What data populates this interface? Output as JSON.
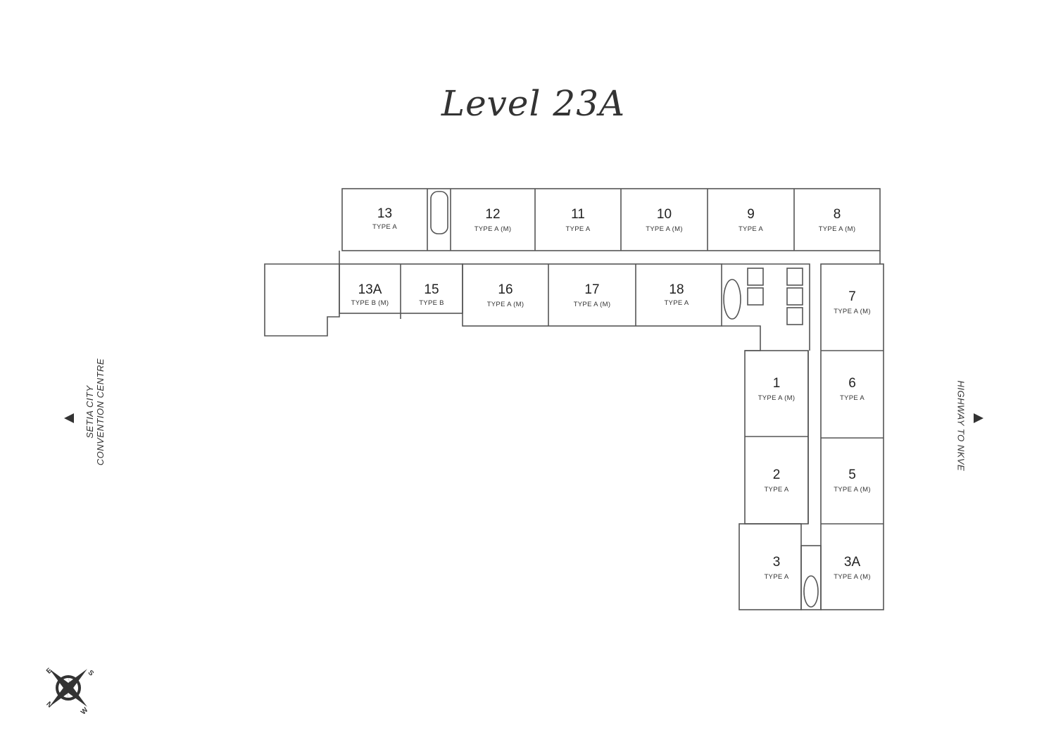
{
  "title": "Level 23A",
  "directions": {
    "left": {
      "line1": "SETIA CITY",
      "line2": "CONVENTION CENTRE"
    },
    "right": "HIGHWAY TO NKVE"
  },
  "compass": {
    "labels": [
      "E",
      "S",
      "N",
      "W"
    ]
  },
  "units": [
    {
      "number": "13",
      "type": "TYPE A"
    },
    {
      "number": "12",
      "type": "TYPE A (M)"
    },
    {
      "number": "11",
      "type": "TYPE A"
    },
    {
      "number": "10",
      "type": "TYPE A (M)"
    },
    {
      "number": "9",
      "type": "TYPE A"
    },
    {
      "number": "8",
      "type": "TYPE A (M)"
    },
    {
      "number": "13A",
      "type": "TYPE B (M)"
    },
    {
      "number": "15",
      "type": "TYPE B"
    },
    {
      "number": "16",
      "type": "TYPE A (M)"
    },
    {
      "number": "17",
      "type": "TYPE A (M)"
    },
    {
      "number": "18",
      "type": "TYPE A"
    },
    {
      "number": "7",
      "type": "TYPE A (M)"
    },
    {
      "number": "1",
      "type": "TYPE A (M)"
    },
    {
      "number": "6",
      "type": "TYPE A"
    },
    {
      "number": "2",
      "type": "TYPE A"
    },
    {
      "number": "5",
      "type": "TYPE A (M)"
    },
    {
      "number": "3",
      "type": "TYPE A"
    },
    {
      "number": "3A",
      "type": "TYPE A (M)"
    }
  ]
}
